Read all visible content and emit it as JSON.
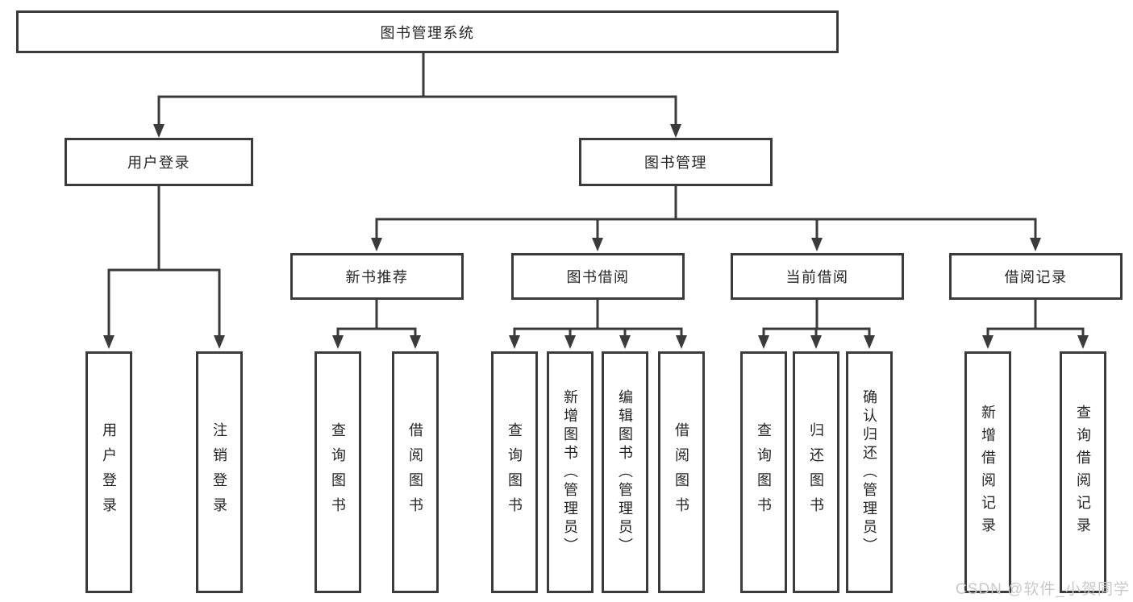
{
  "diagram": {
    "root": {
      "label": "图书管理系统"
    },
    "branches": [
      {
        "label": "用户登录",
        "children": [
          {
            "label": "用户登录"
          },
          {
            "label": "注销登录"
          }
        ]
      },
      {
        "label": "图书管理",
        "children": [
          {
            "label": "新书推荐",
            "children": [
              {
                "label": "查询图书"
              },
              {
                "label": "借阅图书"
              }
            ]
          },
          {
            "label": "图书借阅",
            "children": [
              {
                "label": "查询图书"
              },
              {
                "label": "新增图书（管理员）"
              },
              {
                "label": "编辑图书（管理员）"
              },
              {
                "label": "借阅图书"
              }
            ]
          },
          {
            "label": "当前借阅",
            "children": [
              {
                "label": "查询图书"
              },
              {
                "label": "归还图书"
              },
              {
                "label": "确认归还（管理员）"
              }
            ]
          },
          {
            "label": "借阅记录",
            "children": [
              {
                "label": "新增借阅记录"
              },
              {
                "label": "查询借阅记录"
              }
            ]
          }
        ]
      }
    ]
  },
  "watermark": {
    "text": "CSDN @软件_小贺同学"
  },
  "colors": {
    "line": "#3b3b3b",
    "border": "#3b3b3b",
    "text": "#262626",
    "background": "#ffffff",
    "watermark": "#c9c9c9"
  }
}
